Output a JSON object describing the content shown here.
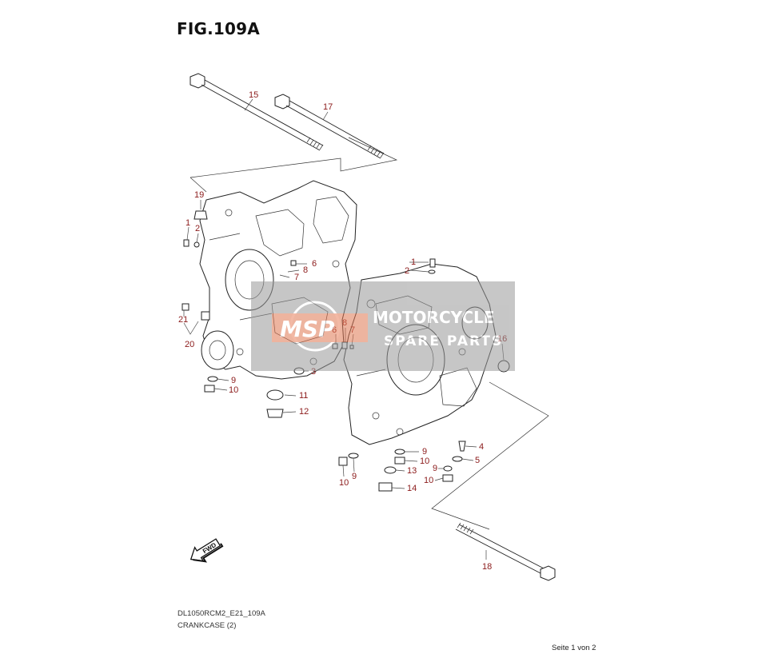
{
  "figure": {
    "title": "FIG.109A",
    "model_code": "DL1050RCM2_E21_109A",
    "caption": "CRANKCASE (2)",
    "page_info": "Seite 1 von 2",
    "fwd_label": "FWD"
  },
  "watermark": {
    "logo_text": "MSP",
    "line1": "MOTORCYCLE",
    "line2": "SPARE PARTS"
  },
  "callouts": [
    {
      "id": "c15",
      "label": "15"
    },
    {
      "id": "c17",
      "label": "17"
    },
    {
      "id": "c19",
      "label": "19"
    },
    {
      "id": "c1a",
      "label": "1"
    },
    {
      "id": "c2a",
      "label": "2"
    },
    {
      "id": "c6a",
      "label": "6"
    },
    {
      "id": "c8a",
      "label": "8"
    },
    {
      "id": "c7a",
      "label": "7"
    },
    {
      "id": "c1b",
      "label": "1"
    },
    {
      "id": "c2b",
      "label": "2"
    },
    {
      "id": "c21",
      "label": "21"
    },
    {
      "id": "c20",
      "label": "20"
    },
    {
      "id": "c8b",
      "label": "8"
    },
    {
      "id": "c6b",
      "label": "6"
    },
    {
      "id": "c7b",
      "label": "7"
    },
    {
      "id": "c16",
      "label": "16"
    },
    {
      "id": "c3",
      "label": "3"
    },
    {
      "id": "c9a",
      "label": "9"
    },
    {
      "id": "c10a",
      "label": "10"
    },
    {
      "id": "c11",
      "label": "11"
    },
    {
      "id": "c12",
      "label": "12"
    },
    {
      "id": "c4",
      "label": "4"
    },
    {
      "id": "c5",
      "label": "5"
    },
    {
      "id": "c9b",
      "label": "9"
    },
    {
      "id": "c10b",
      "label": "10"
    },
    {
      "id": "c13",
      "label": "13"
    },
    {
      "id": "c9c",
      "label": "9"
    },
    {
      "id": "c10c",
      "label": "10"
    },
    {
      "id": "c10d",
      "label": "10"
    },
    {
      "id": "c9d",
      "label": "9"
    },
    {
      "id": "c14",
      "label": "14"
    },
    {
      "id": "c18",
      "label": "18"
    }
  ]
}
